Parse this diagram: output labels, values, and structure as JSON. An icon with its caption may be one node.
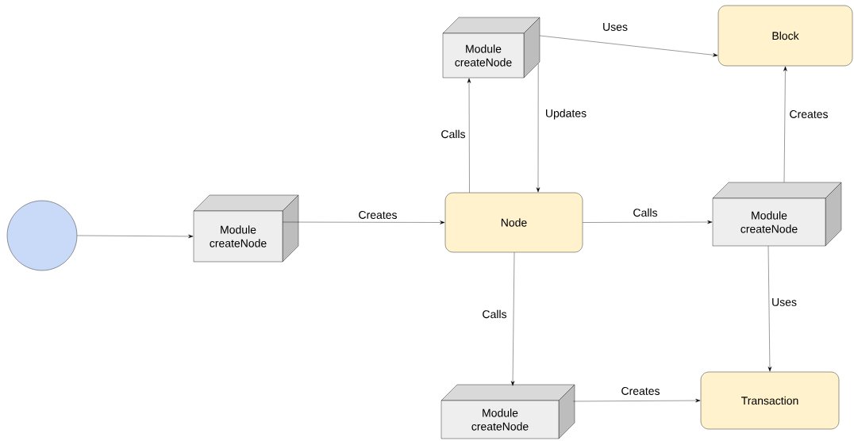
{
  "diagram": {
    "nodes": [
      {
        "text": [],
        "shape": "circle"
      },
      {
        "text": [
          "Module createNode"
        ]
      },
      {
        "text": [
          "Node"
        ]
      },
      {
        "text": [
          "Module createNode"
        ]
      },
      {
        "text": [
          "Block"
        ]
      },
      {
        "text": [
          "Module createNode"
        ]
      },
      {
        "text": [
          "Module createNode"
        ]
      },
      {
        "text": [
          "Transaction"
        ]
      }
    ],
    "edges": [
      {
        "from": 0,
        "to": 1,
        "arrow": "to"
      },
      {
        "from": 1,
        "to": 2,
        "arrow": "to",
        "label": "Creates"
      },
      {
        "from": 2,
        "to": 3,
        "arrow": "to",
        "label": "Calls"
      },
      {
        "from": 3,
        "to": 2,
        "arrow": "to",
        "label": "Updates"
      },
      {
        "from": 3,
        "to": 4,
        "arrow": "to",
        "label": "Uses"
      },
      {
        "from": 2,
        "to": 5,
        "arrow": "to",
        "label": "Calls"
      },
      {
        "from": 5,
        "to": 4,
        "arrow": "to",
        "label": "Creates"
      },
      {
        "from": 5,
        "to": 7,
        "arrow": "to",
        "label": "Uses"
      },
      {
        "from": 2,
        "to": 6,
        "arrow": "to",
        "label": "Calls"
      },
      {
        "from": 6,
        "to": 7,
        "arrow": "to",
        "label": "Creates"
      }
    ]
  }
}
